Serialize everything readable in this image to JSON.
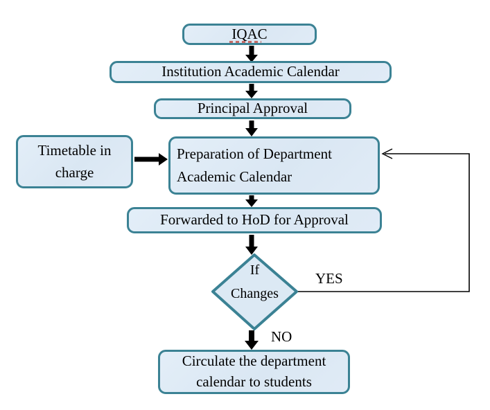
{
  "nodes": {
    "iqac": {
      "label": "IQAC"
    },
    "institution": {
      "label": "Institution Academic Calendar"
    },
    "principal": {
      "label": "Principal Approval"
    },
    "timetable": {
      "label": "Timetable in charge"
    },
    "preparation": {
      "label": "Preparation of Department Academic Calendar"
    },
    "forwarded": {
      "label": "Forwarded to HoD for Approval"
    },
    "decision": {
      "label": "If Changes"
    },
    "circulate": {
      "label": "Circulate the department calendar to students"
    }
  },
  "edges": {
    "yes": {
      "label": "YES"
    },
    "no": {
      "label": "NO"
    }
  },
  "colors": {
    "node_fill": "#dce9f4",
    "node_border": "#3b8294",
    "arrow": "#000000",
    "text": "#000000",
    "background": "#ffffff"
  }
}
